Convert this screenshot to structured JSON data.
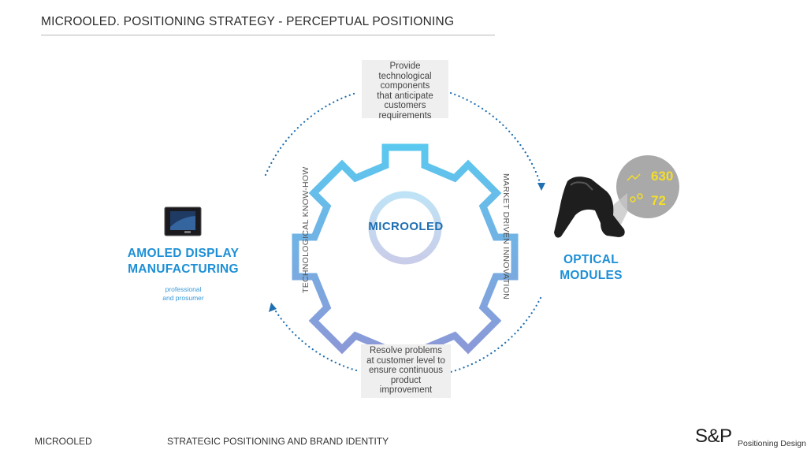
{
  "slide": {
    "title": "MICROOLED. POSITIONING STRATEGY - PERCEPTUAL POSITIONING"
  },
  "diagram": {
    "core_label": "MICROOLED",
    "top_note": "Provide\ntechnological\ncomponents\nthat anticipate\ncustomers\nrequirements",
    "bottom_note": "Resolve problems\nat customer level to\nensure continuous\nproduct\nimprovement",
    "left_axis_label": "TECHNOLOGICAL KNOW-HOW",
    "right_axis_label": "MARKET DRIVEN INNOVATION",
    "left_segment": {
      "heading": "AMOLED DISPLAY\nMANUFACTURING",
      "subtext": "professional\nand prosumer"
    },
    "right_segment": {
      "heading": "OPTICAL\nMODULES",
      "hud_value_1": "630",
      "hud_value_2": "72"
    },
    "colors": {
      "gear_top": "#5bc8ef",
      "gear_bottom": "#8f95d6",
      "heading_blue": "#1d8fd6",
      "arrow_blue": "#1f6fb2",
      "hud_yellow": "#f3de2a"
    }
  },
  "footer": {
    "company": "MICROOLED",
    "section": "STRATEGIC POSITIONING AND BRAND IDENTITY",
    "brand_mark": "S&P",
    "brand_tagline": "Positioning Design"
  }
}
